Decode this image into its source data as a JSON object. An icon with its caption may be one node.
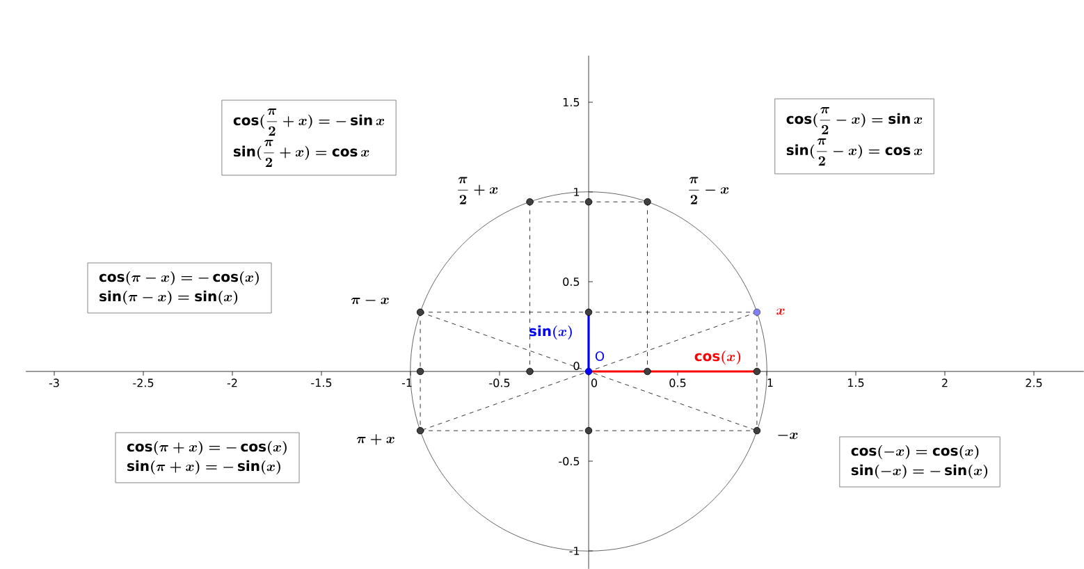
{
  "diagram": {
    "nodes": [
      {
        "text": [
          "\\cos(\\dfrac{\\pi}{2}+x)=-\\sin x",
          "\\sin(\\dfrac{\\pi}{2}+x)=\\cos x"
        ]
      },
      {
        "text": [
          "\\cos(\\dfrac{\\pi}{2}-x)=\\sin x",
          "\\sin(\\dfrac{\\pi}{2}-x)=\\cos x"
        ]
      },
      {
        "text": [
          "\\cos(\\pi-x)=-\\cos(x)",
          "\\sin(\\pi-x)=\\sin(x)"
        ]
      },
      {
        "text": [
          "\\cos(\\pi+x)=-\\cos(x)",
          "\\sin(\\pi+x)=-\\sin(x)"
        ]
      },
      {
        "text": [
          "\\cos(-x)=\\cos(x)",
          "\\sin(-x)=-\\sin(x)"
        ]
      }
    ],
    "labels": [
      "\\dfrac{\\pi}{2}+x",
      "\\dfrac{\\pi}{2}-x",
      "\\pi-x",
      "x",
      "\\sin(x)",
      "O",
      "\\cos(x)",
      "\\pi+x",
      "-x"
    ],
    "chart_data": {
      "type": "scatter",
      "x": [
        0.945
      ],
      "series": [
        {
          "color": "#7f7fff",
          "values": [
            0.33
          ]
        }
      ],
      "xlim": [
        -3.16,
        2.78
      ],
      "ylim": [
        -1.1,
        1.76
      ],
      "xticks": [
        -3,
        -2.5,
        -2,
        -1.5,
        -1,
        -0.5,
        0,
        0.5,
        1,
        1.5,
        2,
        2.5
      ],
      "yticks": [
        -1,
        -0.5,
        0,
        0.5,
        1,
        1.5
      ]
    }
  }
}
